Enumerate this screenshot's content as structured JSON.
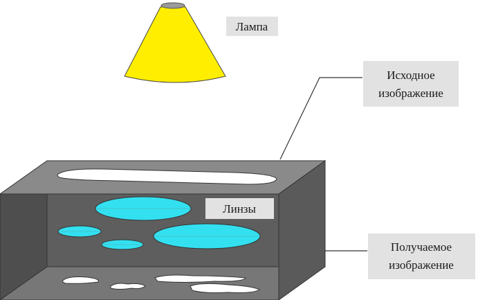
{
  "labels": {
    "lamp": "Лампа",
    "source_image_line1": "Исходное",
    "source_image_line2": "изображение",
    "lenses": "Линзы",
    "result_image_line1": "Получаемое",
    "result_image_line2": "изображение"
  },
  "colors": {
    "lamp_cone": "#ffee00",
    "lamp_base": "#9a9a9a",
    "box_dark": "#6b6b6b",
    "box_top": "#8a8a8a",
    "box_inner_back": "#5e5e5e",
    "box_inner_floor": "#777777",
    "lens_fill": "#33e0f0",
    "label_bg": "#e2e2e2",
    "white_shape": "#ffffff"
  }
}
